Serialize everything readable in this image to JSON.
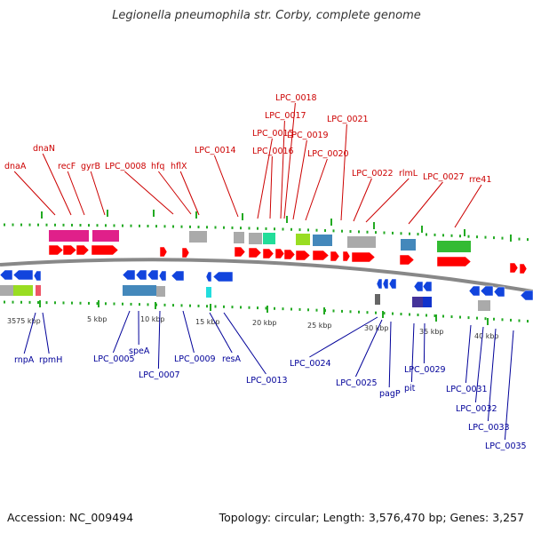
{
  "title": "Legionella pneumophila str. Corby, complete genome",
  "footer": {
    "accession": "Accession: NC_009494",
    "summary": "Topology: circular; Length: 3,576,470 bp; Genes: 3,257"
  },
  "colors": {
    "forward_label": "#cc0000",
    "reverse_label": "#000099",
    "forward_gene": "#ff0000",
    "reverse_gene": "#1144dd",
    "tick": "#22aa22",
    "backbone": "#888888"
  },
  "scale_labels": [
    "3575 kbp",
    "5 kbp",
    "10 kbp",
    "15 kbp",
    "20 kbp",
    "25 kbp",
    "30 kbp",
    "35 kbp",
    "40 kbp"
  ],
  "top_labels": [
    "dnaA",
    "dnaN",
    "recF",
    "gyrB",
    "LPC_0008",
    "hfq",
    "hflX",
    "LPC_0014",
    "LPC_0015",
    "LPC_0016",
    "LPC_0017",
    "LPC_0018",
    "LPC_0019",
    "LPC_0020",
    "LPC_0021",
    "LPC_0022",
    "rlmL",
    "LPC_0027",
    "rre41"
  ],
  "bottom_labels": [
    "rnpA",
    "rpmH",
    "LPC_0005",
    "speA",
    "LPC_0007",
    "LPC_0009",
    "resA",
    "LPC_0013",
    "LPC_0024",
    "LPC_0025",
    "pagP",
    "pit",
    "LPC_0029",
    "LPC_0031",
    "LPC_0032",
    "LPC_0033",
    "LPC_0035"
  ]
}
